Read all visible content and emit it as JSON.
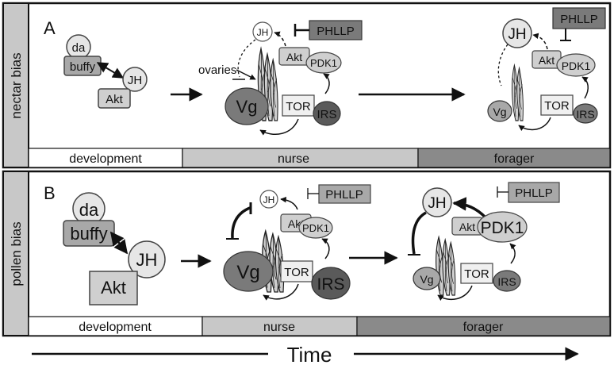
{
  "colors": {
    "dark_gray": "#7a7a7a",
    "mid_gray": "#a8a8a8",
    "light_gray": "#cfcfcf",
    "very_light_gray": "#e6e6e6",
    "side_panel": "#c8c8c8",
    "darkest": "#5a5a5a"
  },
  "panel_a": {
    "side_label": "nectar bias",
    "letter": "A",
    "development": {
      "da": "da",
      "buffy": "buffy",
      "jh": "JH",
      "akt": "Akt"
    },
    "nurse": {
      "jh": "JH",
      "phllp": "PHLLP",
      "ovaries": "ovaries",
      "akt": "Akt",
      "pdk1": "PDK1",
      "vg": "Vg",
      "tor": "TOR",
      "irs": "IRS"
    },
    "forager": {
      "jh": "JH",
      "phllp": "PHLLP",
      "akt": "Akt",
      "pdk1": "PDK1",
      "vg": "Vg",
      "tor": "TOR",
      "irs": "IRS"
    },
    "stages": {
      "development": "development",
      "nurse": "nurse",
      "forager": "forager"
    }
  },
  "panel_b": {
    "side_label": "pollen bias",
    "letter": "B",
    "development": {
      "da": "da",
      "buffy": "buffy",
      "jh": "JH",
      "akt": "Akt"
    },
    "nurse": {
      "jh": "JH",
      "phllp": "PHLLP",
      "akt": "Akt",
      "pdk1": "PDK1",
      "vg": "Vg",
      "tor": "TOR",
      "irs": "IRS"
    },
    "forager": {
      "jh": "JH",
      "phllp": "PHLLP",
      "akt": "Akt",
      "pdk1": "PDK1",
      "vg": "Vg",
      "tor": "TOR",
      "irs": "IRS"
    },
    "stages": {
      "development": "development",
      "nurse": "nurse",
      "forager": "forager"
    }
  },
  "time_label": "Time"
}
